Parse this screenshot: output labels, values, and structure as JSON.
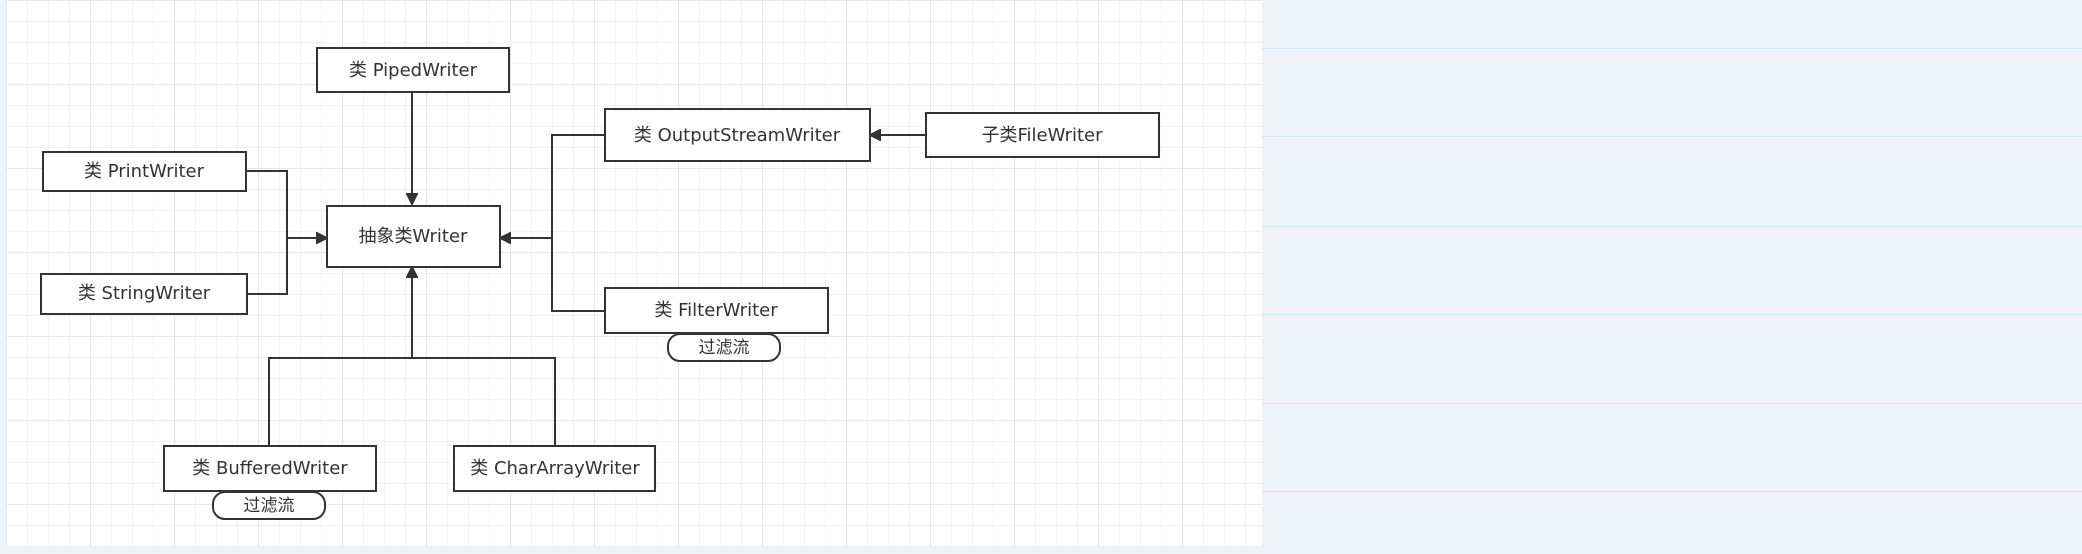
{
  "diagram": {
    "nodes": {
      "writer": "抽象类Writer",
      "piped_writer": "类 PipedWriter",
      "print_writer": "类 PrintWriter",
      "string_writer": "类 StringWriter",
      "output_stream_writer": "类 OutputStreamWriter",
      "file_writer": "子类FileWriter",
      "filter_writer": "类 FilterWriter",
      "buffered_writer": "类 BufferedWriter",
      "char_array_writer": "类 CharArrayWriter"
    },
    "tags": {
      "filter_writer_tag": "过滤流",
      "buffered_writer_tag": "过滤流"
    }
  },
  "colors": {
    "stroke": "#333333",
    "canvas": "#ffffff",
    "page_background": "#edf2f9",
    "panel_rule": "#c7e6f6"
  }
}
